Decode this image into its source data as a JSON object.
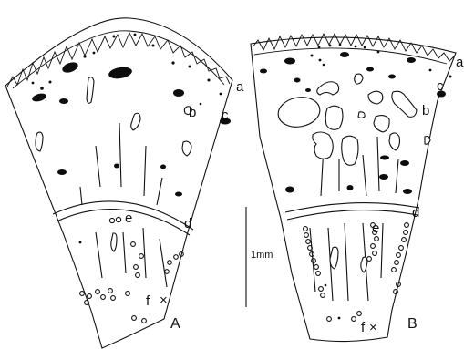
{
  "labels": {
    "a": "a",
    "b": "b",
    "c": "c",
    "d": "d",
    "e": "e",
    "f": "f"
  },
  "panels": {
    "left": "A",
    "right": "B"
  },
  "scale_bar": "1mm"
}
